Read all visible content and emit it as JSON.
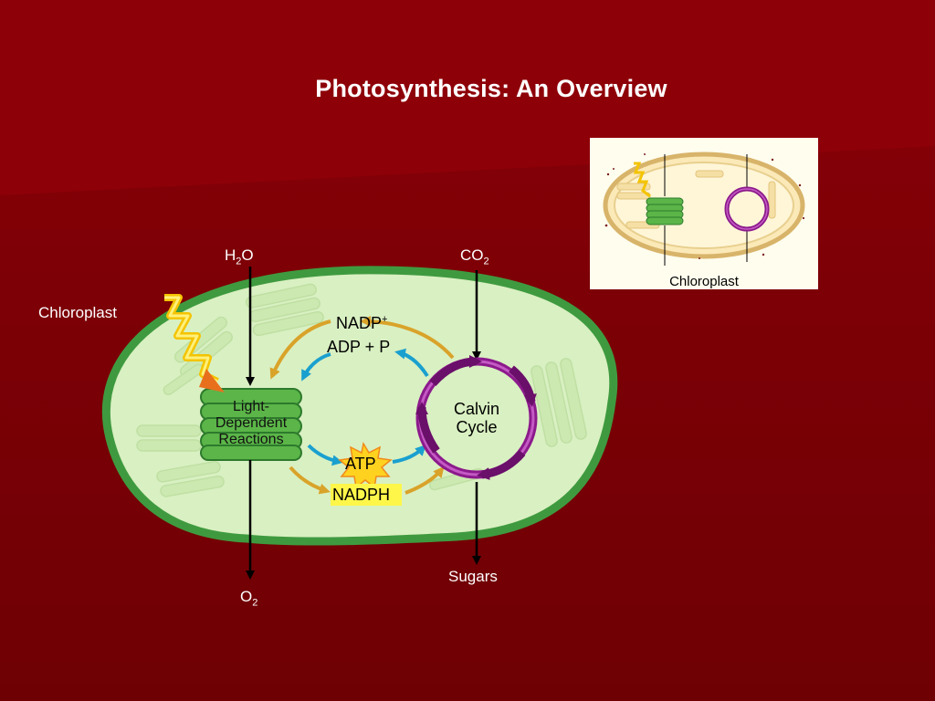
{
  "slide": {
    "title": "Photosynthesis: An Overview",
    "background_color": "#7d0006"
  },
  "labels": {
    "chloroplast_left": "Chloroplast",
    "h2o_main": "H",
    "h2o_sub": "2",
    "h2o_tail": "O",
    "co2_main": "CO",
    "co2_sub": "2",
    "o2_main": "O",
    "o2_sub": "2",
    "sugars": "Sugars"
  },
  "diagram": {
    "light_reactions": [
      "Light-",
      "Dependent",
      "Reactions"
    ],
    "calvin_cycle": [
      "Calvin",
      "Cycle"
    ],
    "nadp_main": "NADP",
    "nadp_sup": "+",
    "adp": "ADP + P",
    "atp": "ATP",
    "nadph": "NADPH",
    "colors": {
      "membrane": "#3f9a3f",
      "stroma": "#d9f0c2",
      "thylakoid": "#5bb548",
      "calvin_ring": "#8c1a8c",
      "blue_arrow": "#1aa0cf",
      "gold_arrow": "#d9a32a",
      "atp_burst": "#ffd21f"
    }
  },
  "thumbnail": {
    "caption": "Chloroplast"
  }
}
